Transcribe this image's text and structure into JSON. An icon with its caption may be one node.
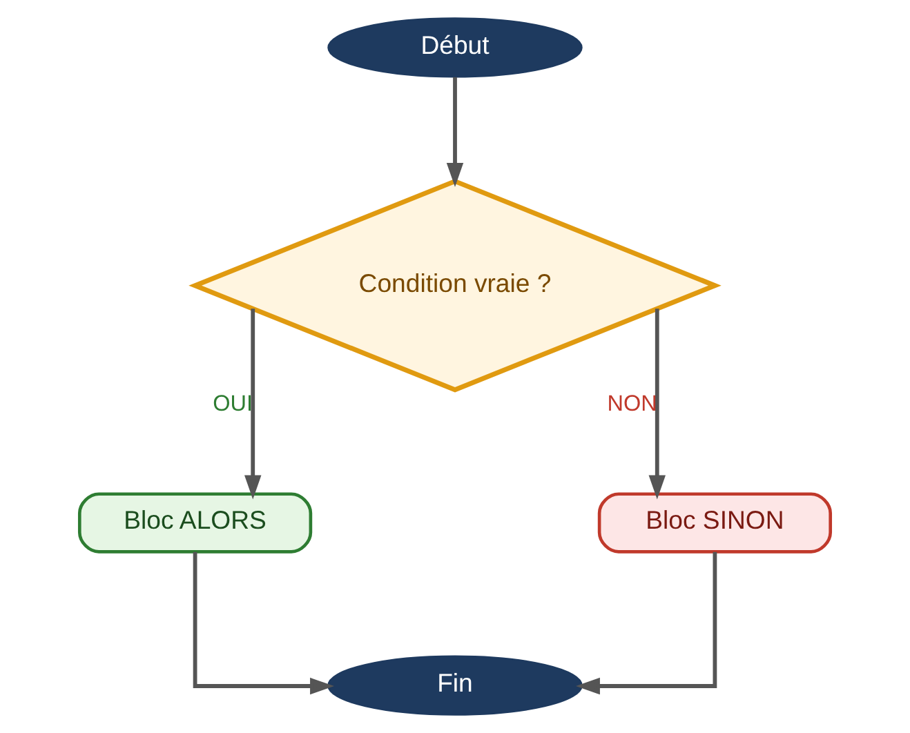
{
  "diagram": {
    "nodes": [
      {
        "text": [
          "Début"
        ]
      },
      {
        "text": [
          "Condition vraie ?"
        ]
      },
      {
        "text": [
          "Bloc ALORS"
        ]
      },
      {
        "text": [
          "Bloc SINON"
        ]
      },
      {
        "text": [
          "Fin"
        ]
      }
    ],
    "edges": [
      {
        "from": 0,
        "to": 1,
        "arrow": "to"
      },
      {
        "from": 1,
        "to": 2,
        "arrow": "to",
        "label": "OUI"
      },
      {
        "from": 1,
        "to": 3,
        "arrow": "to",
        "label": "NON"
      },
      {
        "from": 2,
        "to": 4,
        "arrow": "to"
      },
      {
        "from": 3,
        "to": 4,
        "arrow": "to"
      }
    ]
  }
}
